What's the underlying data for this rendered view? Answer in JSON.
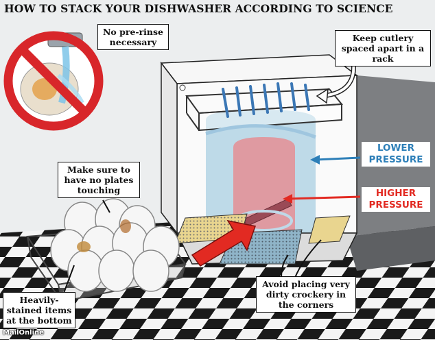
{
  "title": "HOW TO STACK YOUR DISHWASHER ACCORDING TO SCIENCE",
  "callouts": {
    "no_prerinse": "No pre-rinse necessary",
    "cutlery": "Keep cutlery spaced apart in a rack",
    "plates": "Make sure to have no plates touching",
    "stained": "Heavily-stained items at the bottom",
    "corners": "Avoid placing very dirty crockery in the corners"
  },
  "pressure": {
    "lower": "LOWER PRESSURE",
    "higher": "HIGHER PRESSURE"
  },
  "credit": "MailOnline",
  "colors": {
    "lower_blue": "#2d7fb8",
    "higher_red": "#e22a22",
    "no_sign_red": "#d8262a",
    "floor_dark": "#1a1a1a",
    "floor_light": "#f4f4f4"
  }
}
